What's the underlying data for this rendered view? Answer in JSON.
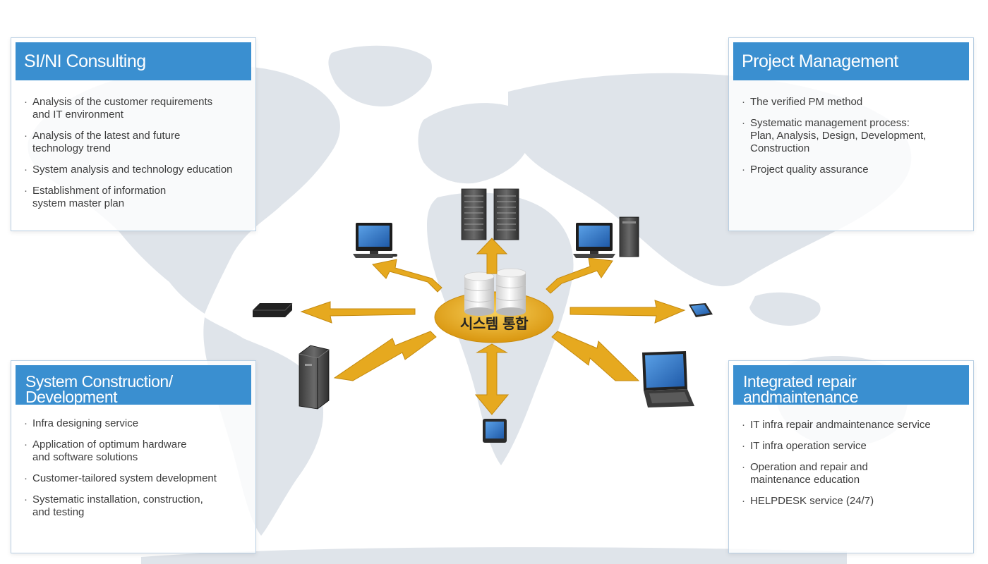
{
  "cards": [
    {
      "title": "SI/NI Consulting",
      "items": [
        "Analysis of the customer requirements\nand IT environment",
        "Analysis of the latest and future\ntechnology trend",
        "System analysis and technology education",
        "Establishment of information\nsystem master plan"
      ]
    },
    {
      "title": "Project Management",
      "items": [
        "The verified PM method",
        "Systematic management process:\nPlan, Analysis, Design, Development,\nConstruction",
        "Project quality assurance"
      ]
    },
    {
      "title": "System Construction/\nDevelopment",
      "items": [
        "Infra designing service",
        "Application of optimum hardware\nand software solutions",
        "Customer-tailored system development",
        "Systematic installation, construction,\nand testing"
      ]
    },
    {
      "title": "Integrated repair\nandmaintenance",
      "items": [
        "IT infra repair andmaintenance service",
        "IT infra operation service",
        "Operation and repair and\nmaintenance education",
        "HELPDESK service (24/7)"
      ]
    }
  ],
  "hub": {
    "label": "시스템 통합"
  },
  "colors": {
    "header_blue": "#3a8fd0",
    "arrow_gold": "#e6a91f",
    "hub_gold": "#ebb52c",
    "map_gray": "#dde3e9"
  },
  "icons": {
    "hub": "database-cylinders-icon",
    "devices": [
      "server-rack-icon",
      "desktop-computer-icon",
      "desktop-tower-icon",
      "network-switch-icon",
      "tablet-icon",
      "tower-server-icon",
      "laptop-icon",
      "tablet-icon"
    ]
  }
}
